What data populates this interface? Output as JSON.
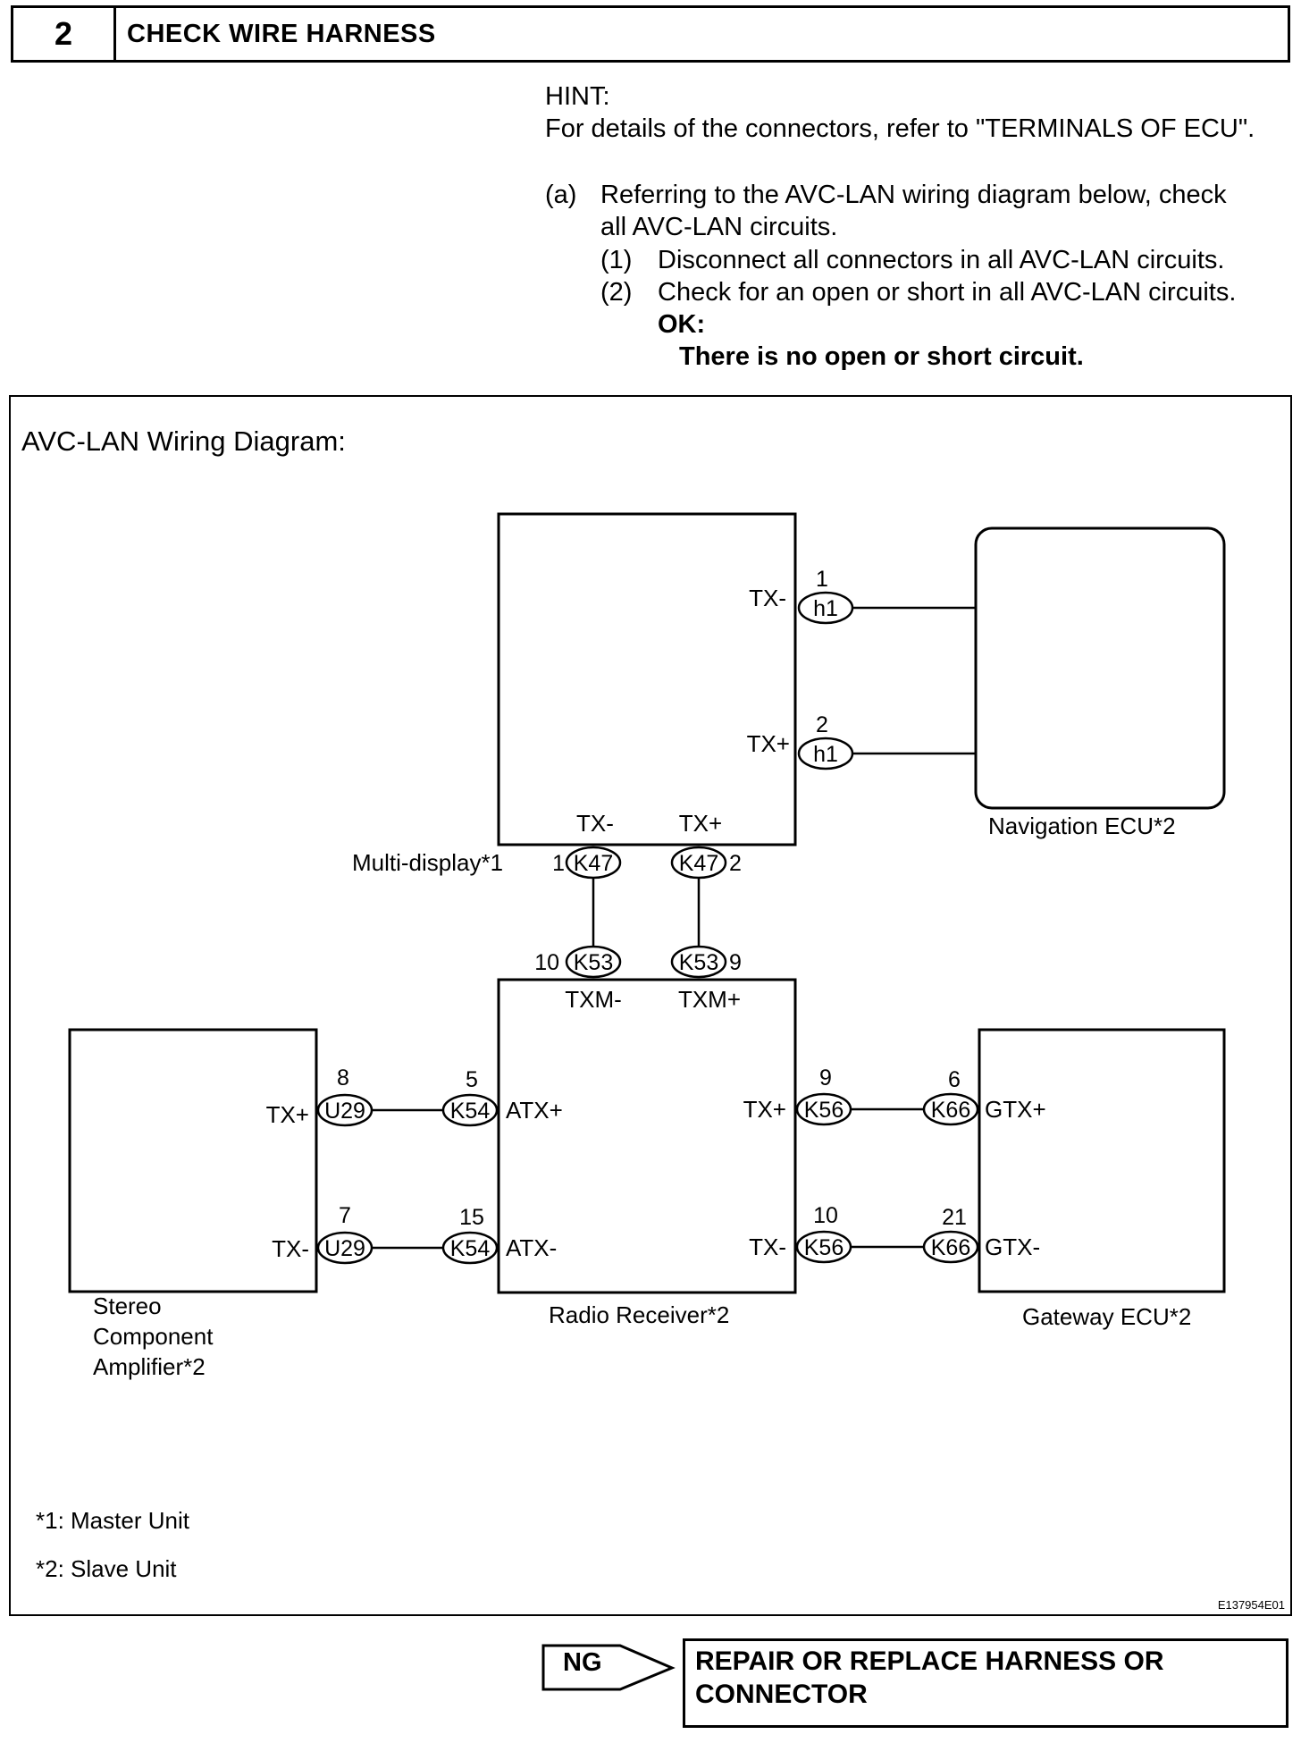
{
  "step": {
    "number": "2",
    "title": "CHECK WIRE HARNESS"
  },
  "hint": {
    "label": "HINT:",
    "text": "For details of the connectors, refer to \"TERMINALS OF ECU\"."
  },
  "instructions": {
    "a_marker": "(a)",
    "a_line1": "Referring to the AVC-LAN wiring diagram below, check",
    "a_line2": "all AVC-LAN circuits.",
    "sub1_marker": "(1)",
    "sub1_text": "Disconnect all connectors in all AVC-LAN circuits.",
    "sub2_marker": "(2)",
    "sub2_text": "Check for an open or short in all AVC-LAN circuits.",
    "ok_label": "OK:",
    "ok_text": "There is no open or short circuit."
  },
  "diagram": {
    "title": "AVC-LAN Wiring Diagram:",
    "figure_id": "E137954E01",
    "components": {
      "multi_display": "Multi-display*1",
      "navigation": "Navigation ECU*2",
      "radio": "Radio Receiver*2",
      "stereo_line1": "Stereo",
      "stereo_line2": "Component",
      "stereo_line3": "Amplifier*2",
      "gateway": "Gateway ECU*2"
    },
    "terminals": {
      "md_txm_upper": "TX-",
      "md_txp_upper": "TX+",
      "md_txm_bottom": "TX-",
      "md_txp_bottom": "TX+",
      "radio_txm_top": "TXM-",
      "radio_txp_top": "TXM+",
      "radio_atxp": "ATX+",
      "radio_atxm": "ATX-",
      "radio_txp_right": "TX+",
      "radio_txm_right": "TX-",
      "amp_txp": "TX+",
      "amp_txm": "TX-",
      "gw_gtxp": "GTX+",
      "gw_gtxm": "GTX-"
    },
    "connectors": {
      "h1": "h1",
      "k47": "K47",
      "k53": "K53",
      "k54": "K54",
      "k56": "K56",
      "k66": "K66",
      "u29": "U29"
    },
    "pins": {
      "h1_a": "1",
      "h1_b": "2",
      "k47_a": "1",
      "k47_b": "2",
      "k53_a": "10",
      "k53_b": "9",
      "u29_a": "8",
      "u29_b": "7",
      "k54_a": "5",
      "k54_b": "15",
      "k56_a": "9",
      "k56_b": "10",
      "k66_a": "6",
      "k66_b": "21"
    },
    "notes": {
      "note1": "*1: Master Unit",
      "note2": "*2: Slave Unit"
    }
  },
  "result": {
    "ng_label": "NG",
    "action_line1": "REPAIR OR REPLACE HARNESS OR",
    "action_line2": "CONNECTOR"
  }
}
